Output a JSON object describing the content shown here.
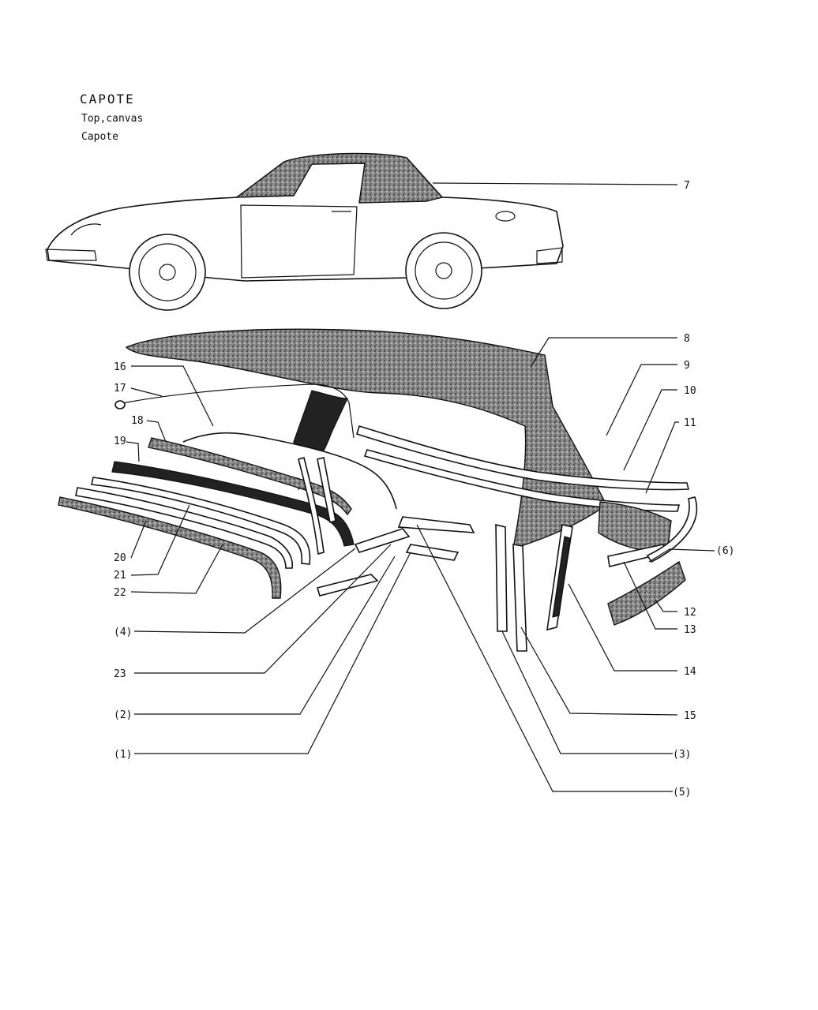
{
  "header": {
    "title": "CAPOTE",
    "subtitle_en": "Top,canvas",
    "subtitle_it": "Capote"
  },
  "labels": [
    {
      "id": "7",
      "text": "7"
    },
    {
      "id": "8",
      "text": "8"
    },
    {
      "id": "9",
      "text": "9"
    },
    {
      "id": "10",
      "text": "10"
    },
    {
      "id": "11",
      "text": "11"
    },
    {
      "id": "16",
      "text": "16"
    },
    {
      "id": "17",
      "text": "17"
    },
    {
      "id": "18",
      "text": "18"
    },
    {
      "id": "19",
      "text": "19"
    },
    {
      "id": "20",
      "text": "20"
    },
    {
      "id": "21",
      "text": "21"
    },
    {
      "id": "22",
      "text": "22"
    },
    {
      "id": "p6",
      "text": "(6)"
    },
    {
      "id": "12",
      "text": "12"
    },
    {
      "id": "13",
      "text": "13"
    },
    {
      "id": "p4",
      "text": "(4)"
    },
    {
      "id": "23",
      "text": "23"
    },
    {
      "id": "14",
      "text": "14"
    },
    {
      "id": "p2",
      "text": "(2)"
    },
    {
      "id": "15",
      "text": "15"
    },
    {
      "id": "p1",
      "text": "(1)"
    },
    {
      "id": "p3",
      "text": "(3)"
    },
    {
      "id": "p5",
      "text": "(5)"
    }
  ]
}
